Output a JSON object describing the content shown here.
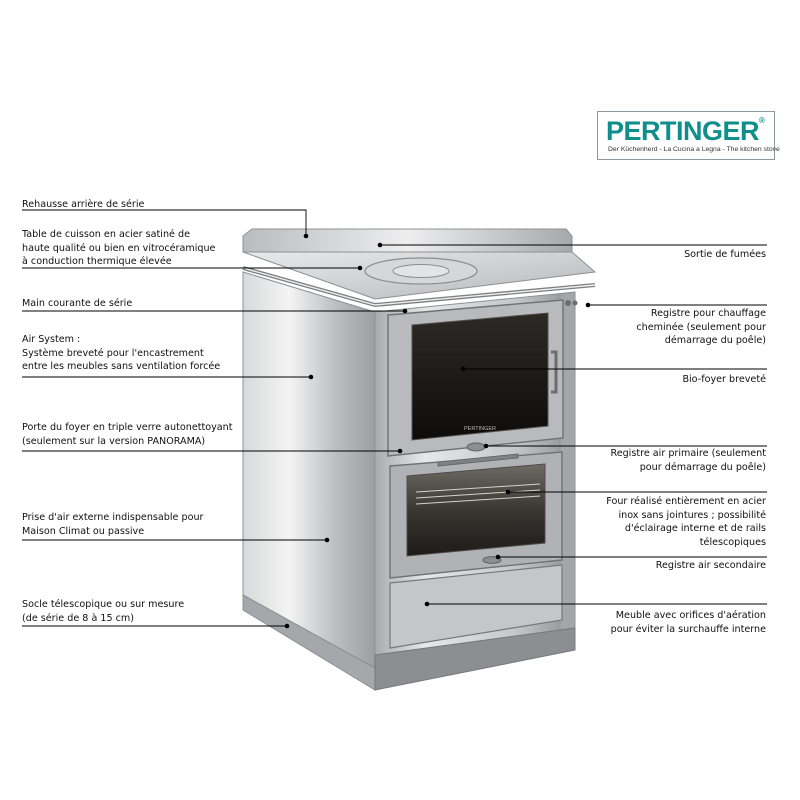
{
  "brand": {
    "name": "PERTINGER",
    "reg": "®",
    "tagline": "Der Küchenherd - La Cucina a Legna - The kitchen stove",
    "badge_text": "PERTINGER",
    "color": "#0e8f8c"
  },
  "labels_left": [
    {
      "id": "rehausse",
      "lines": [
        "Rehausse arrière de série"
      ]
    },
    {
      "id": "table",
      "lines": [
        "Table de cuisson en acier satiné de",
        "haute qualité ou bien en vitrocéramique",
        "à conduction thermique élevée"
      ]
    },
    {
      "id": "main",
      "lines": [
        "Main courante de série"
      ]
    },
    {
      "id": "air",
      "lines": [
        "Air System :",
        "Système breveté pour l'encastrement",
        "entre les meubles sans ventilation forcée"
      ]
    },
    {
      "id": "porte",
      "lines": [
        "Porte du foyer en triple verre autonettoyant",
        "(seulement sur la version PANORAMA)"
      ]
    },
    {
      "id": "prise",
      "lines": [
        "Prise d'air externe indispensable pour",
        "Maison Climat ou passive"
      ]
    },
    {
      "id": "socle",
      "lines": [
        "Socle télescopique ou sur mesure",
        "(de série de 8 à 15 cm)"
      ]
    }
  ],
  "labels_right": [
    {
      "id": "sortie",
      "lines": [
        "Sortie de fumées"
      ]
    },
    {
      "id": "registre-chauffage",
      "lines": [
        "Registre pour chauffage",
        "cheminée (seulement pour",
        "démarrage du poêle)"
      ]
    },
    {
      "id": "bio",
      "lines": [
        "Bio-foyer breveté"
      ]
    },
    {
      "id": "registre-primaire",
      "lines": [
        "Registre air primaire (seulement",
        "pour démarrage du poêle)"
      ]
    },
    {
      "id": "four",
      "lines": [
        "Four réalisé entièrement en acier",
        "inox sans jointures ; possibilité",
        "d'éclairage interne et de rails",
        "télescopiques"
      ]
    },
    {
      "id": "registre-secondaire",
      "lines": [
        "Registre air secondaire"
      ]
    },
    {
      "id": "meuble",
      "lines": [
        "Meuble avec orifices d'aération",
        "pour éviter la surchauffe interne"
      ]
    }
  ]
}
